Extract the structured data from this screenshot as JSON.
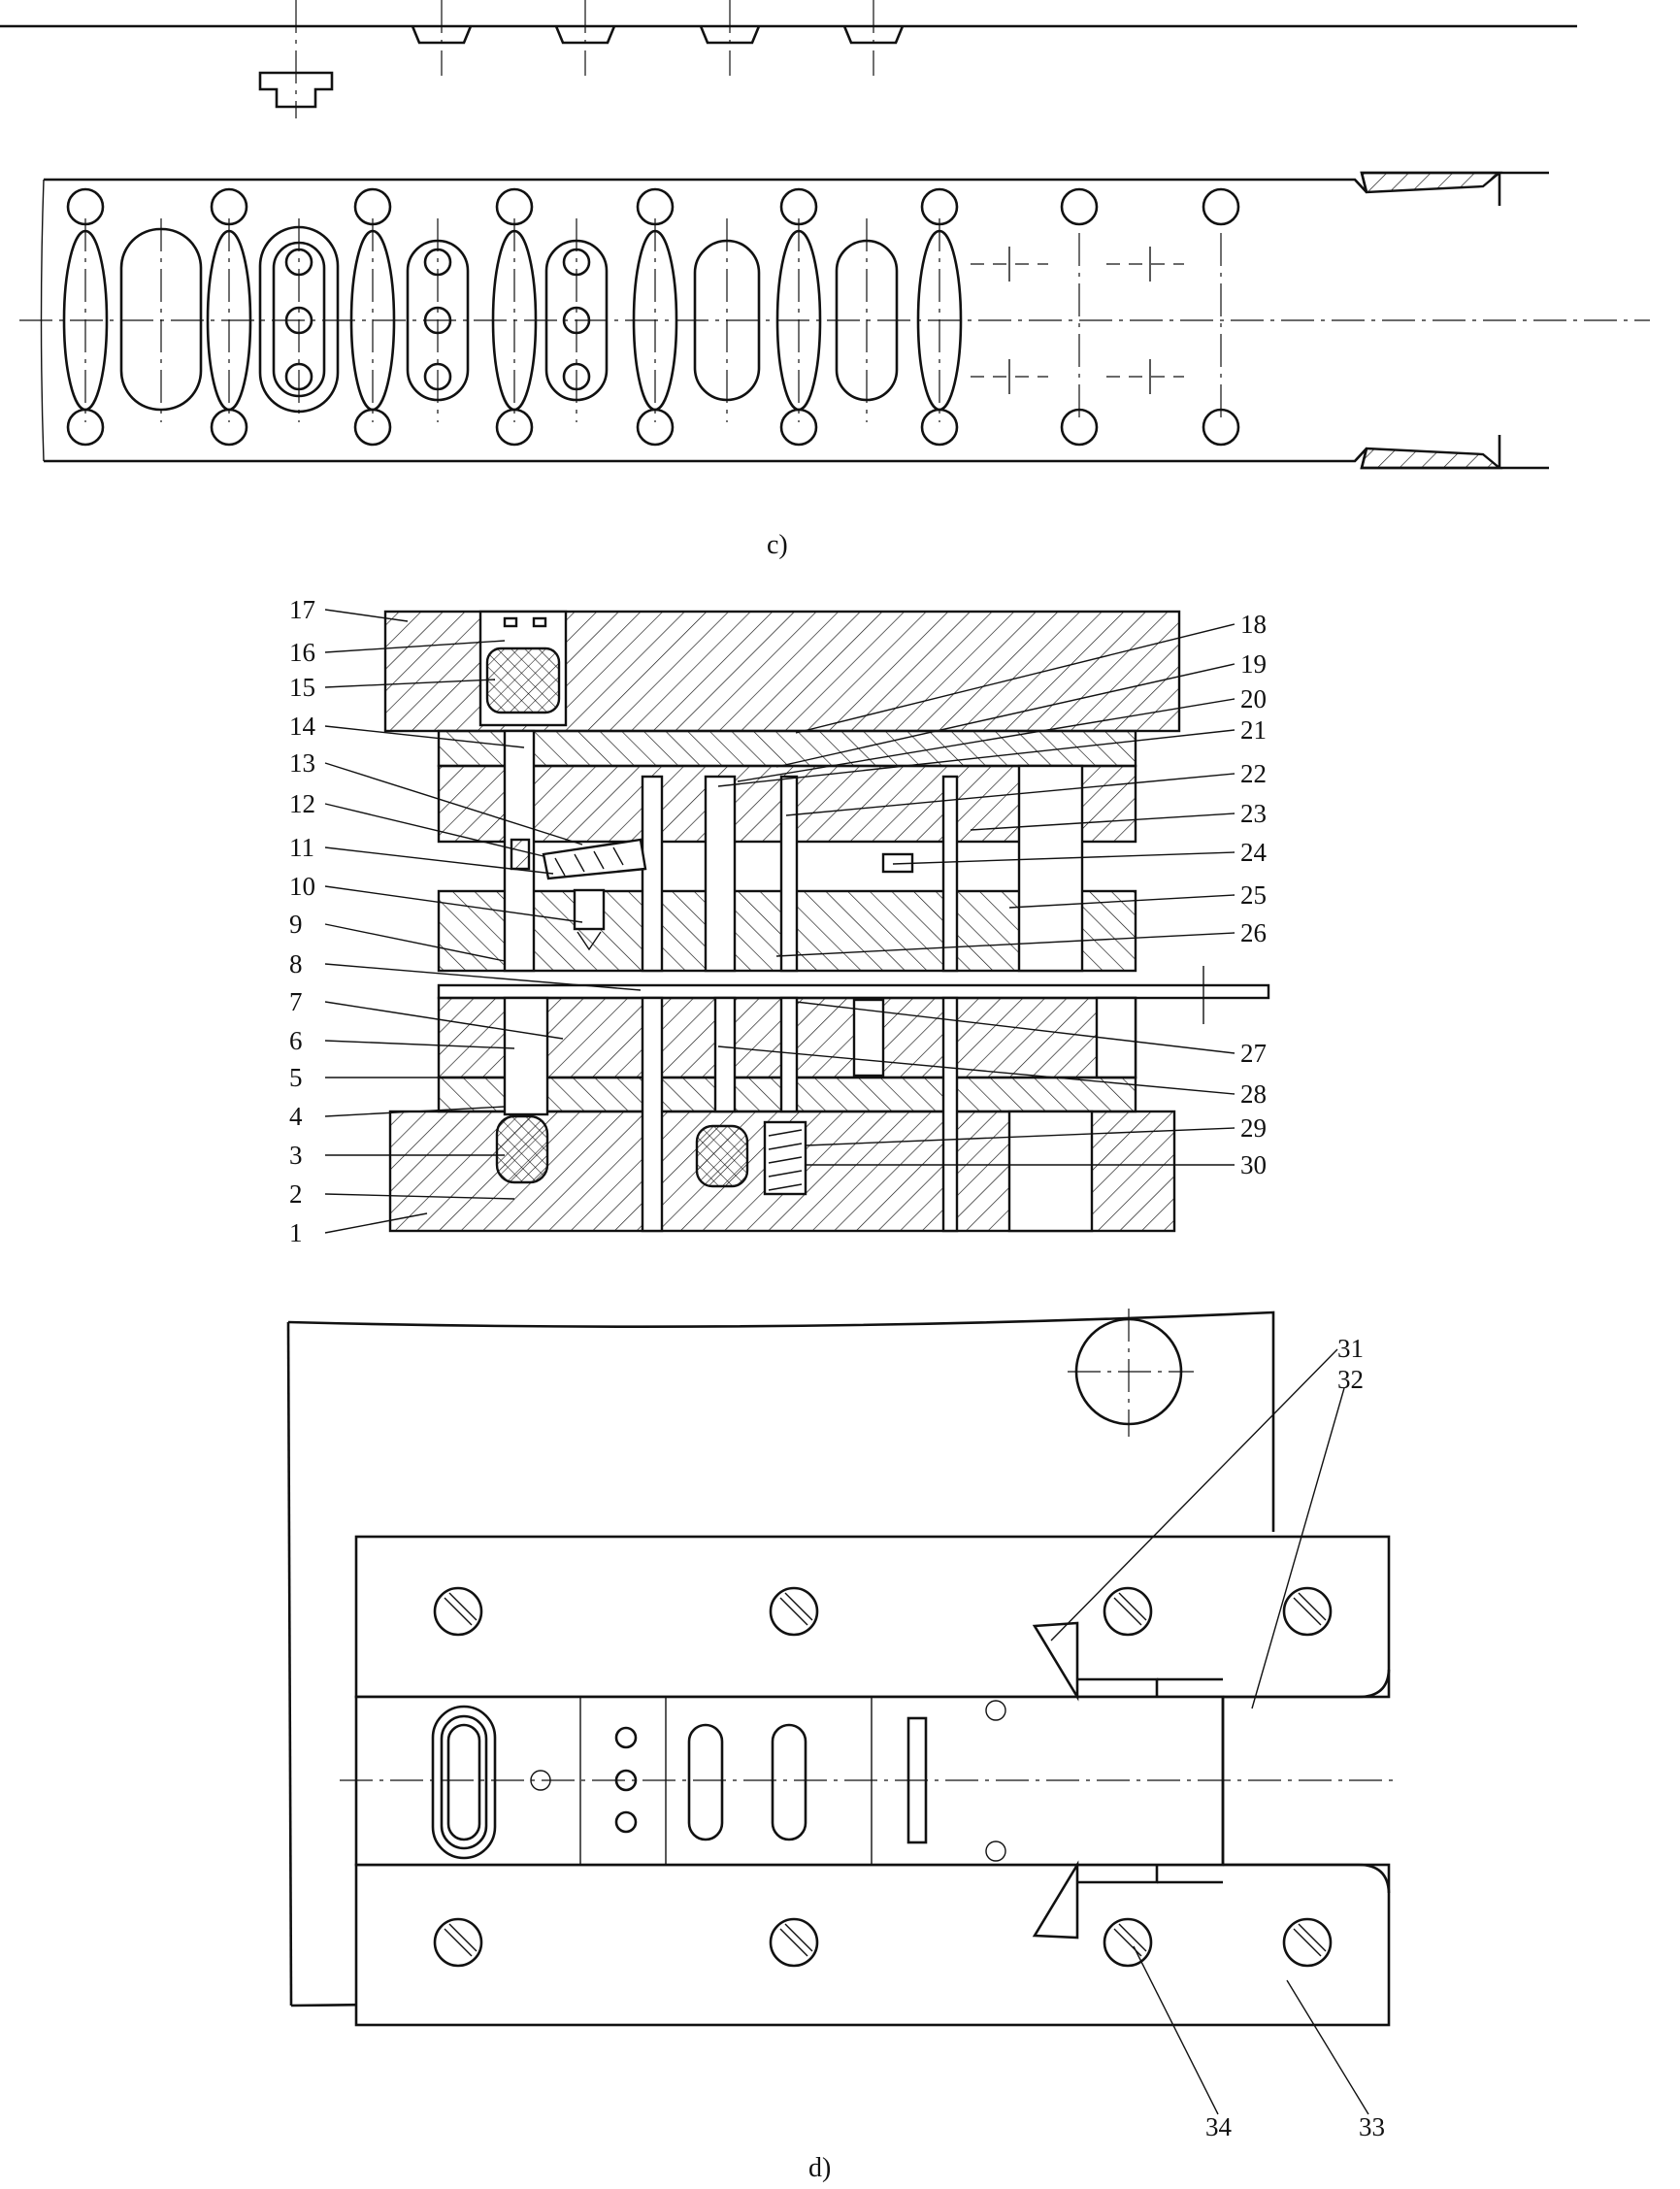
{
  "captions": {
    "c": "c)",
    "d": "d)"
  },
  "callouts_left": [
    "17",
    "16",
    "15",
    "14",
    "13",
    "12",
    "11",
    "10",
    "9",
    "8",
    "7",
    "6",
    "5",
    "4",
    "3",
    "2",
    "1"
  ],
  "callouts_right": [
    "18",
    "19",
    "20",
    "21",
    "22",
    "23",
    "24",
    "25",
    "26",
    "27",
    "28",
    "29",
    "30"
  ],
  "callouts_plan": [
    "31",
    "32",
    "34",
    "33"
  ]
}
